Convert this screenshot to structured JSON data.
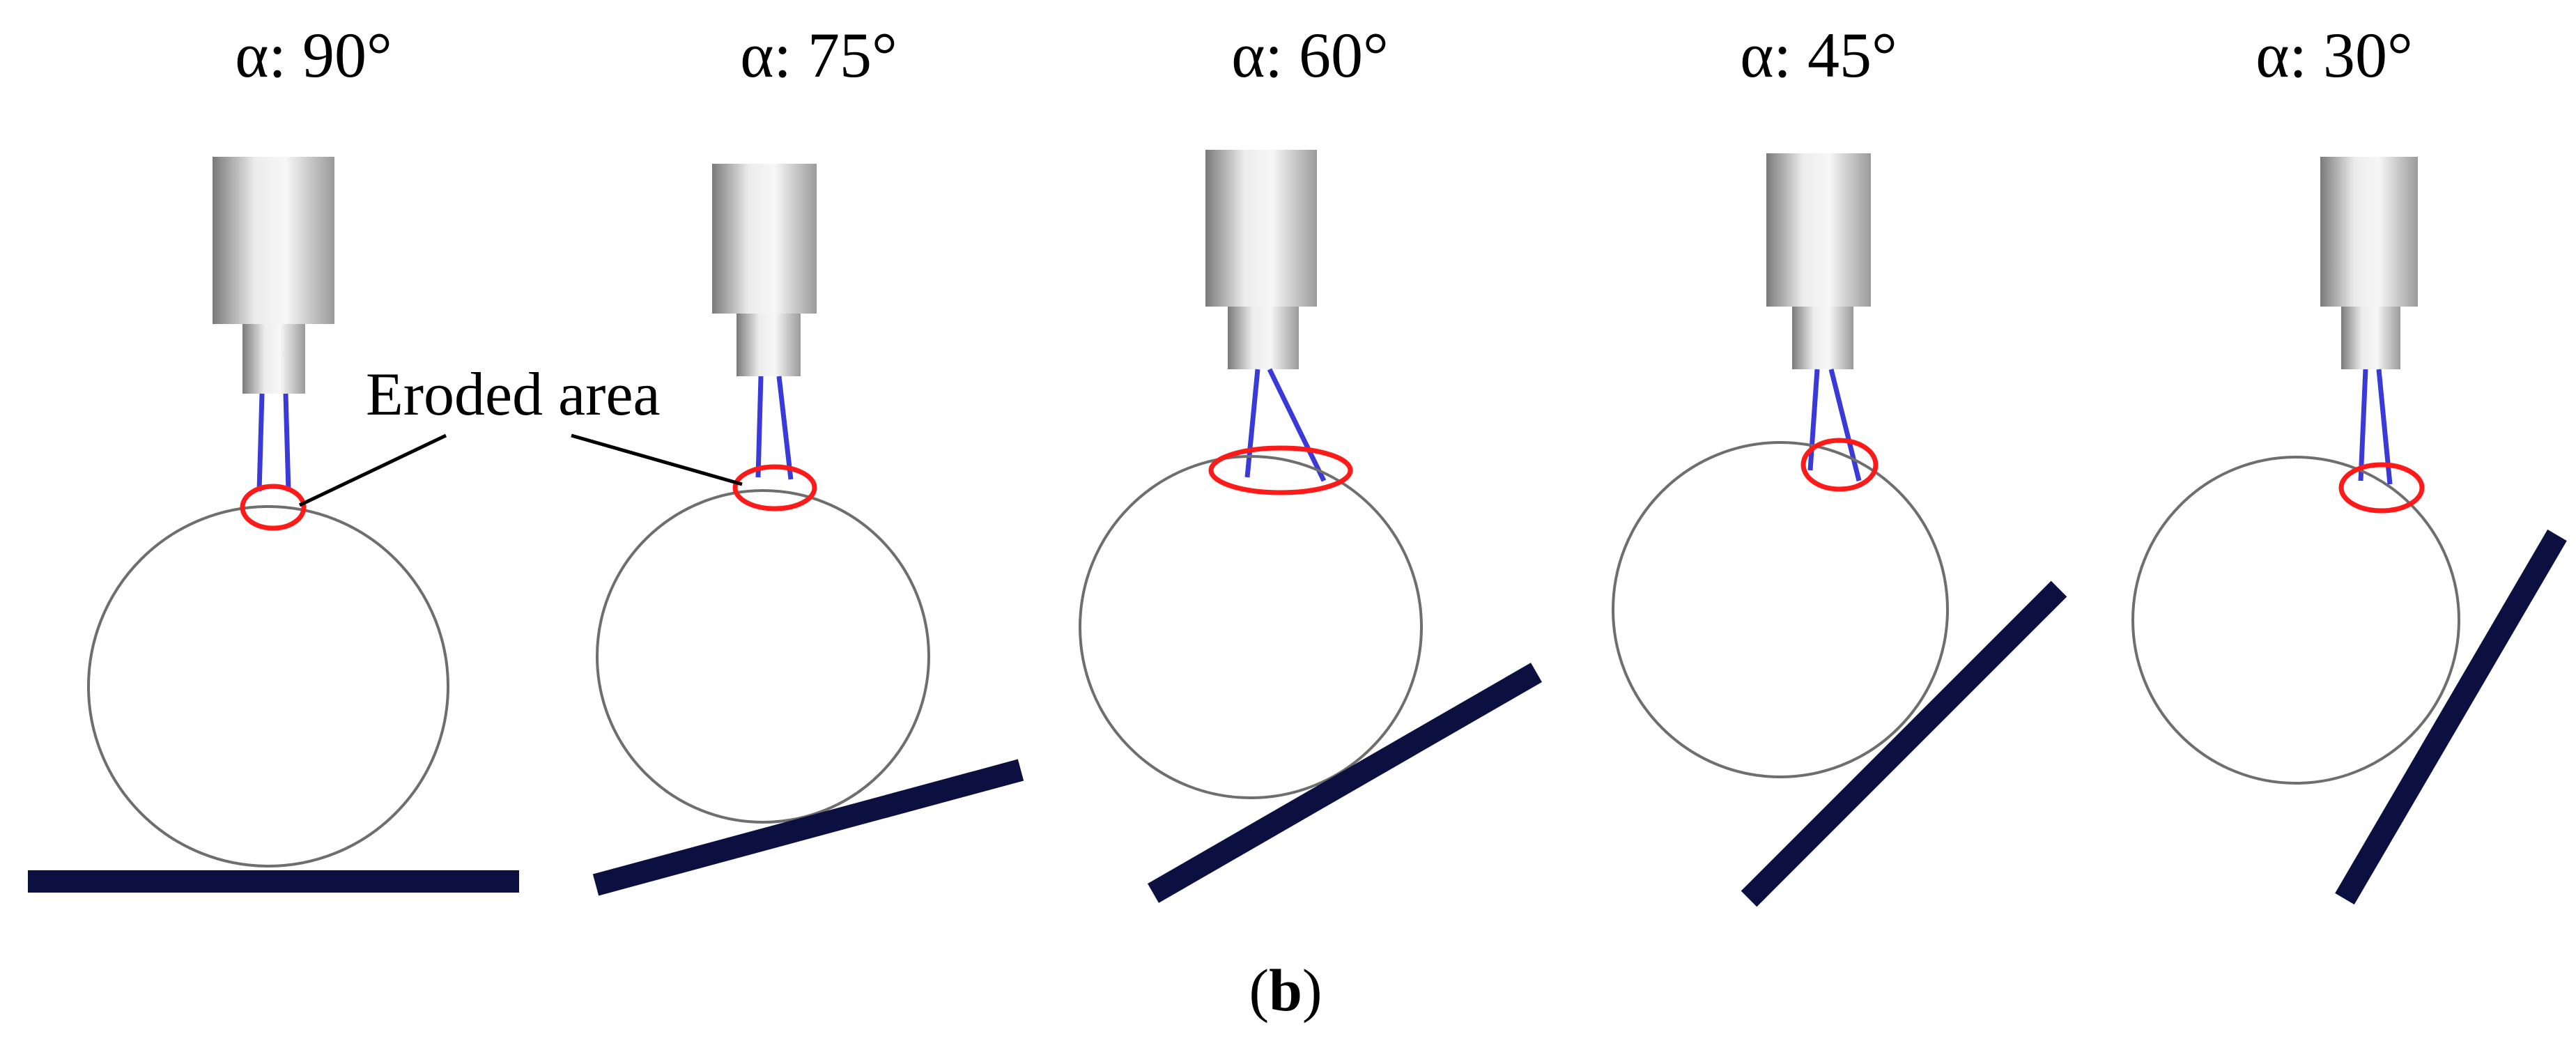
{
  "panels": [
    {
      "label": "α: 90°",
      "angle_deg": 90
    },
    {
      "label": "α: 75°",
      "angle_deg": 75
    },
    {
      "label": "α: 60°",
      "angle_deg": 60
    },
    {
      "label": "α: 45°",
      "angle_deg": 45
    },
    {
      "label": "α: 30°",
      "angle_deg": 30
    }
  ],
  "annotation": "Eroded area",
  "caption": {
    "open": "(",
    "letter": "b",
    "close": ")"
  },
  "colors": {
    "surface": "#0b1040",
    "sphere_outline": "#6e6e6e",
    "jet": "#3a3ad8",
    "eroded_area": "#ff1a1a"
  }
}
